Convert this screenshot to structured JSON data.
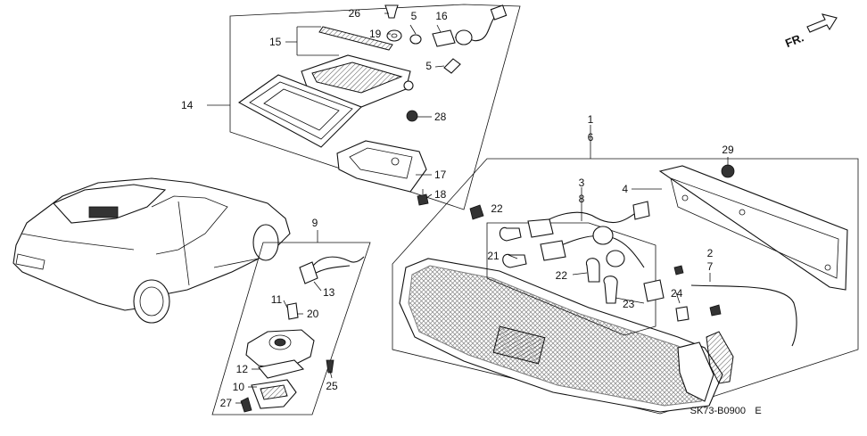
{
  "diagram": {
    "direction_label": "FR.",
    "diagram_code": "SK73-B0900",
    "revision_letter": "E",
    "callouts": {
      "c1": "1",
      "c2": "2",
      "c3": "3",
      "c4": "4",
      "c5a": "5",
      "c5b": "5",
      "c6": "6",
      "c7": "7",
      "c8": "8",
      "c9": "9",
      "c10": "10",
      "c11": "11",
      "c12": "12",
      "c13": "13",
      "c14": "14",
      "c15": "15",
      "c16": "16",
      "c17": "17",
      "c18": "18",
      "c19": "19",
      "c20": "20",
      "c21": "21",
      "c22a": "22",
      "c22b": "22",
      "c23": "23",
      "c24": "24",
      "c25": "25",
      "c26": "26",
      "c27": "27",
      "c28": "28",
      "c29": "29"
    }
  }
}
